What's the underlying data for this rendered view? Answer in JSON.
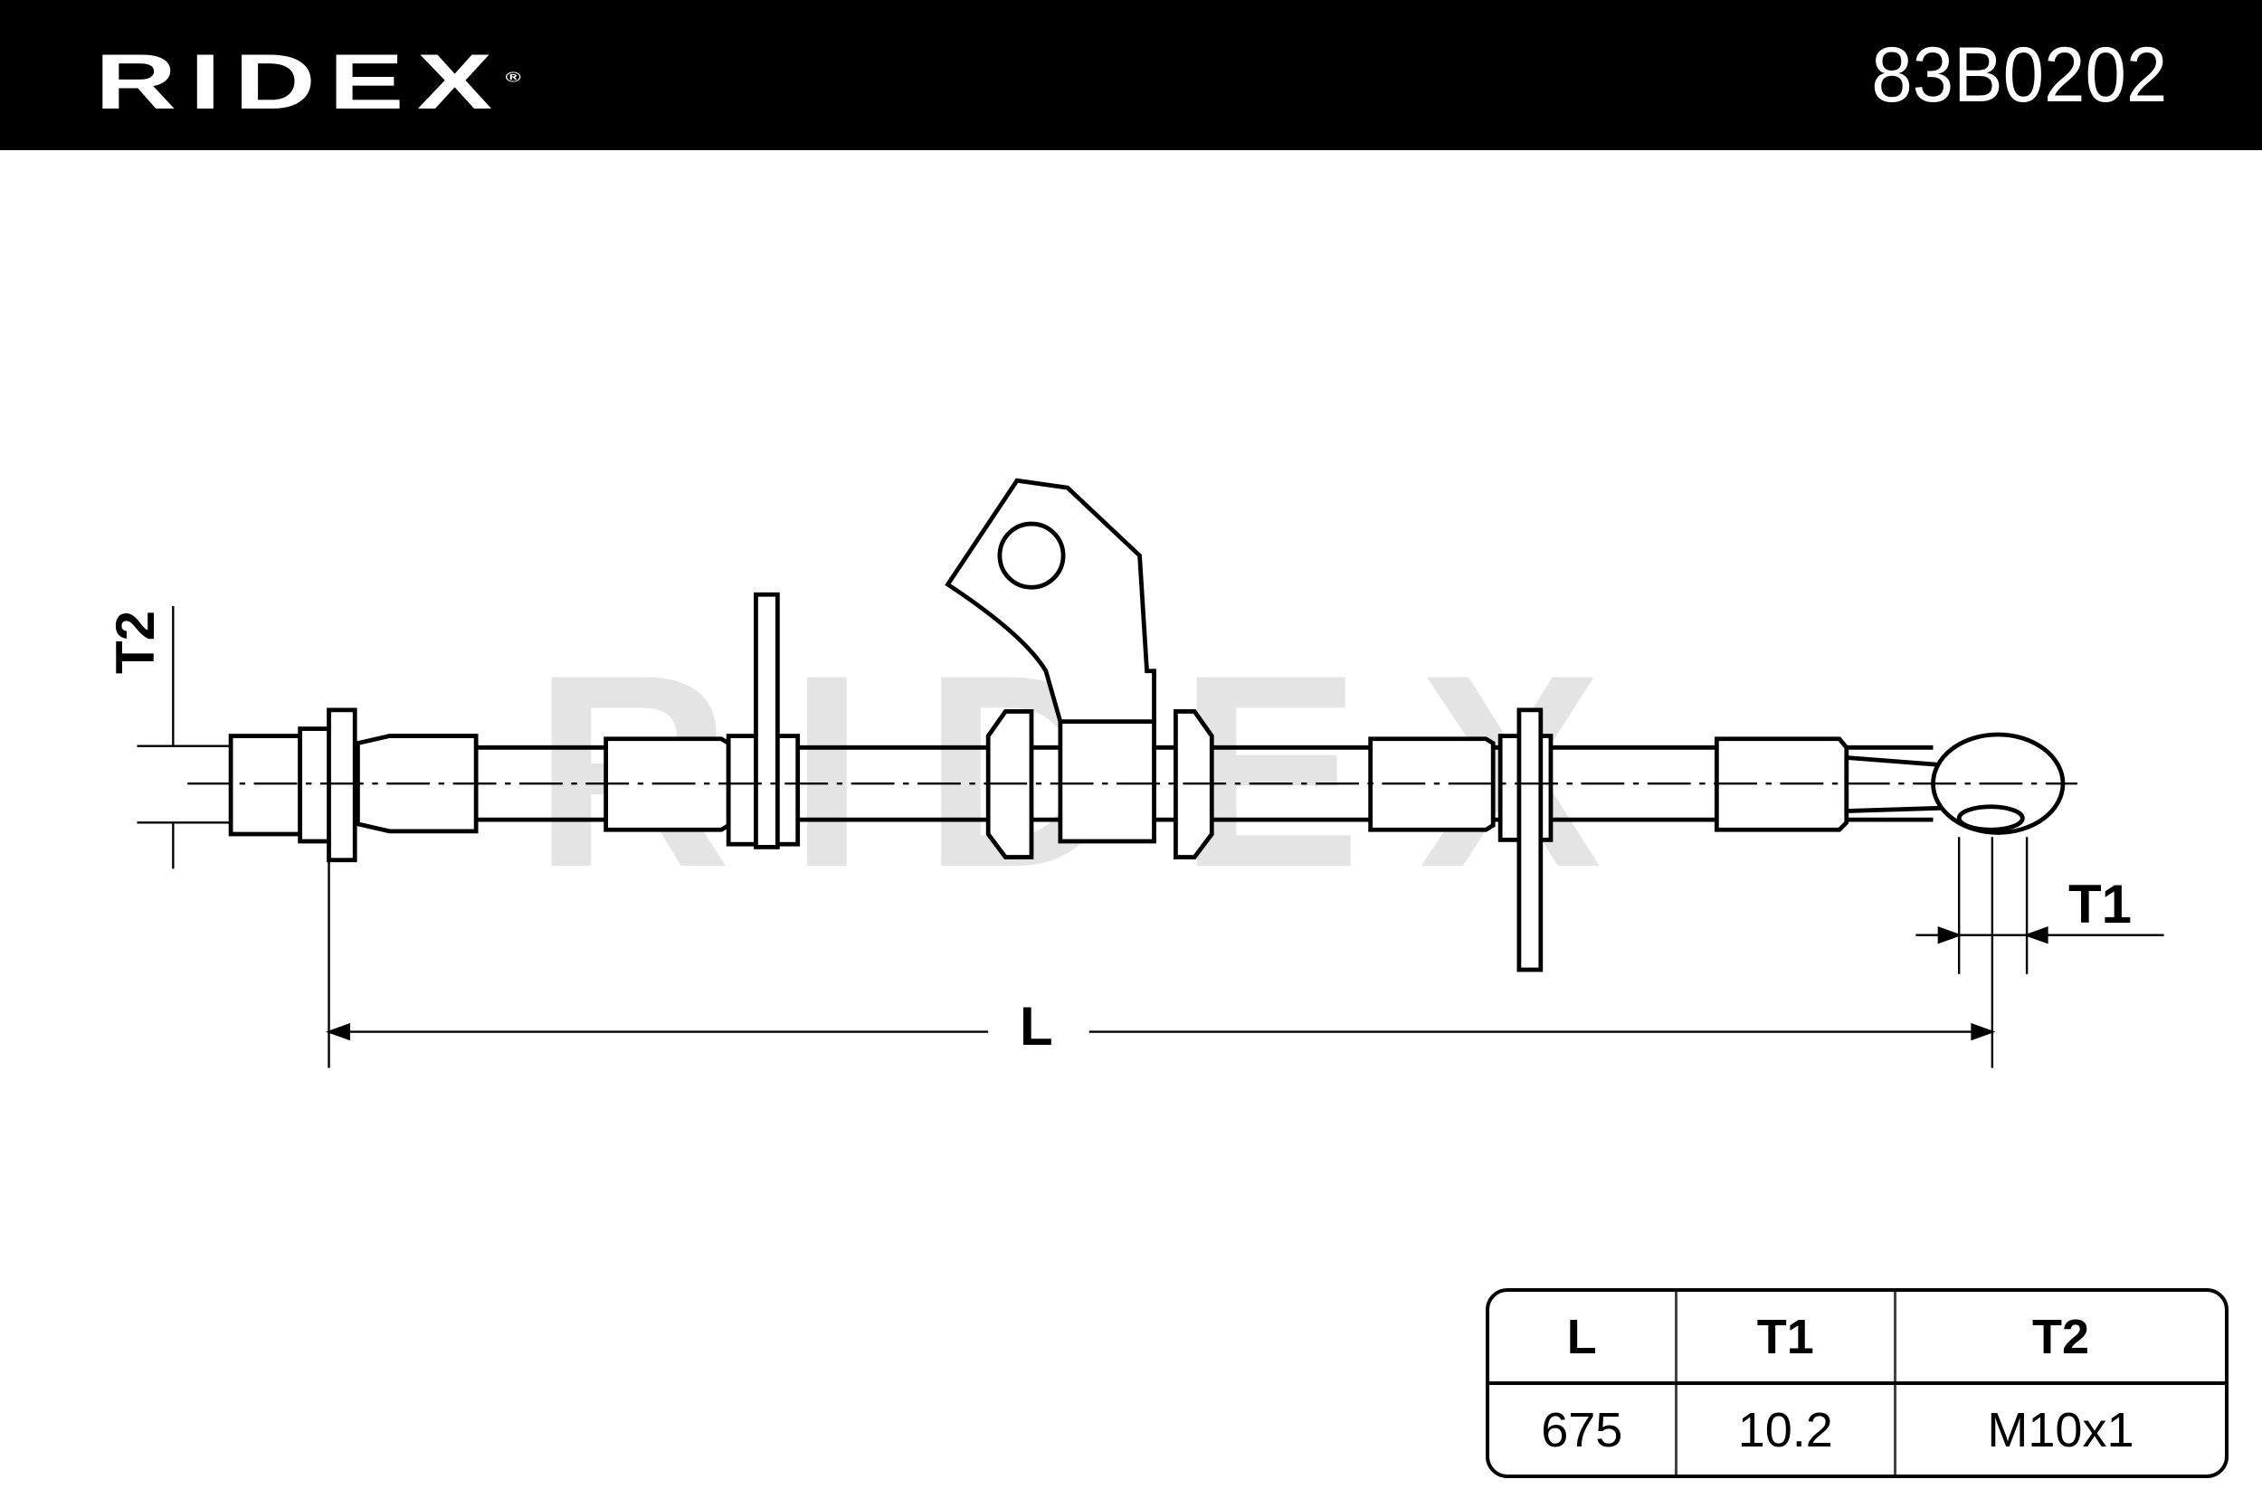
{
  "header": {
    "brand": "RIDEX",
    "registered_mark": "®",
    "part_number": "83B0202"
  },
  "watermark": "RIDEX",
  "dimensions": {
    "length_label": "L",
    "t1_label": "T1",
    "t2_label": "T2"
  },
  "spec_table": {
    "headers": [
      "L",
      "T1",
      "T2"
    ],
    "values": [
      "675",
      "10.2",
      "M10x1"
    ]
  }
}
